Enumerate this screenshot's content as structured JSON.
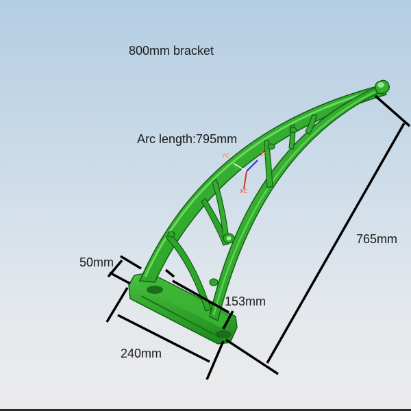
{
  "title": "800mm bracket",
  "dimensions": {
    "arc_length": "Arc length:795mm",
    "height": "765mm",
    "base_width": "50mm",
    "base_length": "240mm",
    "inner_span": "153mm"
  },
  "triad": {
    "x_label": "XC",
    "y_label": "YC",
    "z_label": "ZC"
  },
  "colors": {
    "part": "#2fa82b",
    "part_dark": "#1d7a1c",
    "part_light": "#55cc4a",
    "dimension_line": "#000000",
    "background_top": "#b3cde3",
    "background_bottom": "#ebebec"
  }
}
